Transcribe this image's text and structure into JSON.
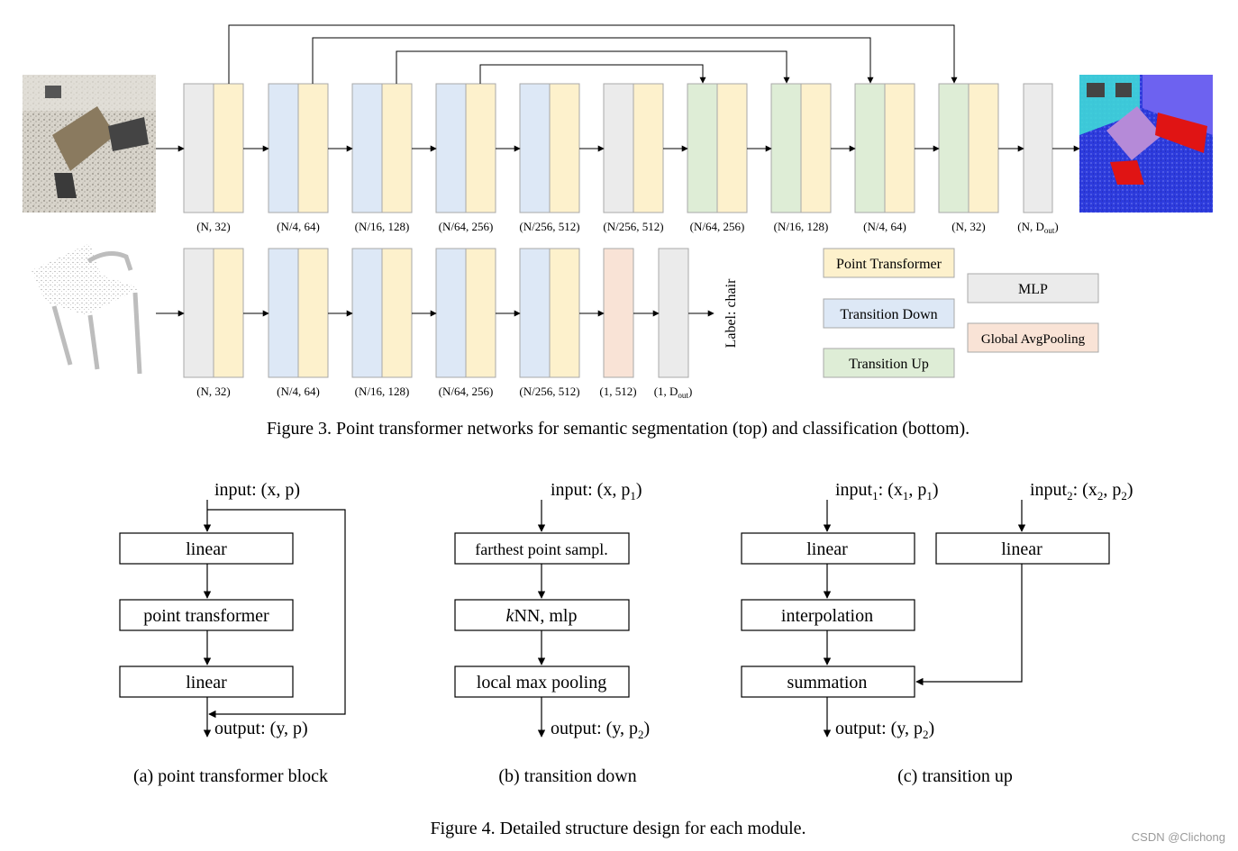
{
  "colors": {
    "mlp": "#ebebeb",
    "point_transformer": "#fdf1cc",
    "transition_down": "#dde8f6",
    "transition_up": "#deedd6",
    "global_avgpooling": "#f9e3d6",
    "border": "#a8a8a8",
    "line": "#000000",
    "input_photo": "#c7c2b6",
    "output_seg": "#2a35d8"
  },
  "fig3": {
    "segmentation_labels": [
      {
        "main": "(N, 32)"
      },
      {
        "main": "(N/4, 64)"
      },
      {
        "main": "(N/16, 128)"
      },
      {
        "main": "(N/64, 256)"
      },
      {
        "main": "(N/256, 512)"
      },
      {
        "main": "(N/256, 512)"
      },
      {
        "main": "(N/64, 256)"
      },
      {
        "main": "(N/16, 128)"
      },
      {
        "main": "(N/4, 64)"
      },
      {
        "main": "(N, 32)"
      },
      {
        "main": "(N, D",
        "sub": "out",
        "tail": ")"
      }
    ],
    "classification_labels": [
      {
        "main": "(N, 32)"
      },
      {
        "main": "(N/4, 64)"
      },
      {
        "main": "(N/16, 128)"
      },
      {
        "main": "(N/64, 256)"
      },
      {
        "main": "(N/256, 512)"
      },
      {
        "main": "(1, 512)"
      },
      {
        "main": "(1, D",
        "sub": "out",
        "tail": ")"
      }
    ],
    "output_label": "Label: chair",
    "legend": {
      "point_transformer": "Point Transformer",
      "transition_down": "Transition Down",
      "transition_up": "Transition Up",
      "mlp": "MLP",
      "global_avgpooling": "Global AvgPooling"
    },
    "caption": "Figure 3. Point transformer networks for semantic segmentation (top) and classification (bottom)."
  },
  "fig4": {
    "a": {
      "input": "input: (x, p)",
      "boxes": [
        "linear",
        "point transformer",
        "linear"
      ],
      "output": "output: (y, p)",
      "caption": "(a) point transformer block"
    },
    "b": {
      "input_main": "input: (x, p",
      "input_sub": "1",
      "input_tail": ")",
      "boxes": [
        "farthest point sampl.",
        "kNN, mlp",
        "local max pooling"
      ],
      "output_main": "output: (y, p",
      "output_sub": "2",
      "output_tail": ")",
      "caption": "(b) transition down"
    },
    "c": {
      "input1": "input",
      "input1_sub": "1",
      "input1_rest": ": (x",
      "input1_sub2": "1",
      "input1_mid": ", p",
      "input1_sub3": "1",
      "input1_tail": ")",
      "input2": "input",
      "input2_sub": "2",
      "input2_rest": ": (x",
      "input2_sub2": "2",
      "input2_mid": ", p",
      "input2_sub3": "2",
      "input2_tail": ")",
      "boxes_left": [
        "linear",
        "interpolation",
        "summation"
      ],
      "box_right": "linear",
      "output_main": "output: (y, p",
      "output_sub": "2",
      "output_tail": ")",
      "caption": "(c) transition up"
    },
    "caption": "Figure 4. Detailed structure design for each module."
  },
  "watermark": "CSDN @Clichong"
}
